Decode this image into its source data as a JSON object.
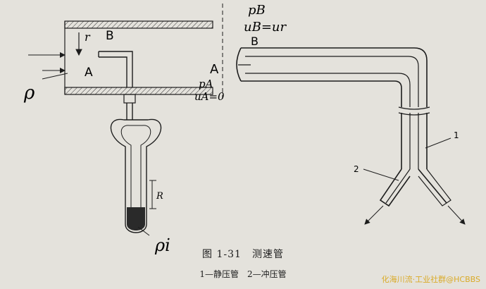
{
  "figure": {
    "caption": "图 1-31　测速管",
    "legend": "1—静压管　2—冲压管"
  },
  "left_diagram": {
    "label_r": "r",
    "label_B": "B",
    "label_A": "A",
    "label_rho": "ρ",
    "label_R": "R",
    "label_rho_i": "ρi"
  },
  "right_diagram": {
    "label_pB": "pB",
    "label_uB": "uB=ur",
    "label_B": "B",
    "label_A": "A",
    "label_pA": "pA",
    "label_uA": "uA=0",
    "callout_1": "1",
    "callout_2": "2"
  },
  "watermark": "化海川流·工业社群@HCBBS",
  "colors": {
    "background": "#e4e2dc",
    "ink": "#1c1c1c",
    "fluid": "#2a2a2a",
    "watermark": "#d9a514"
  }
}
